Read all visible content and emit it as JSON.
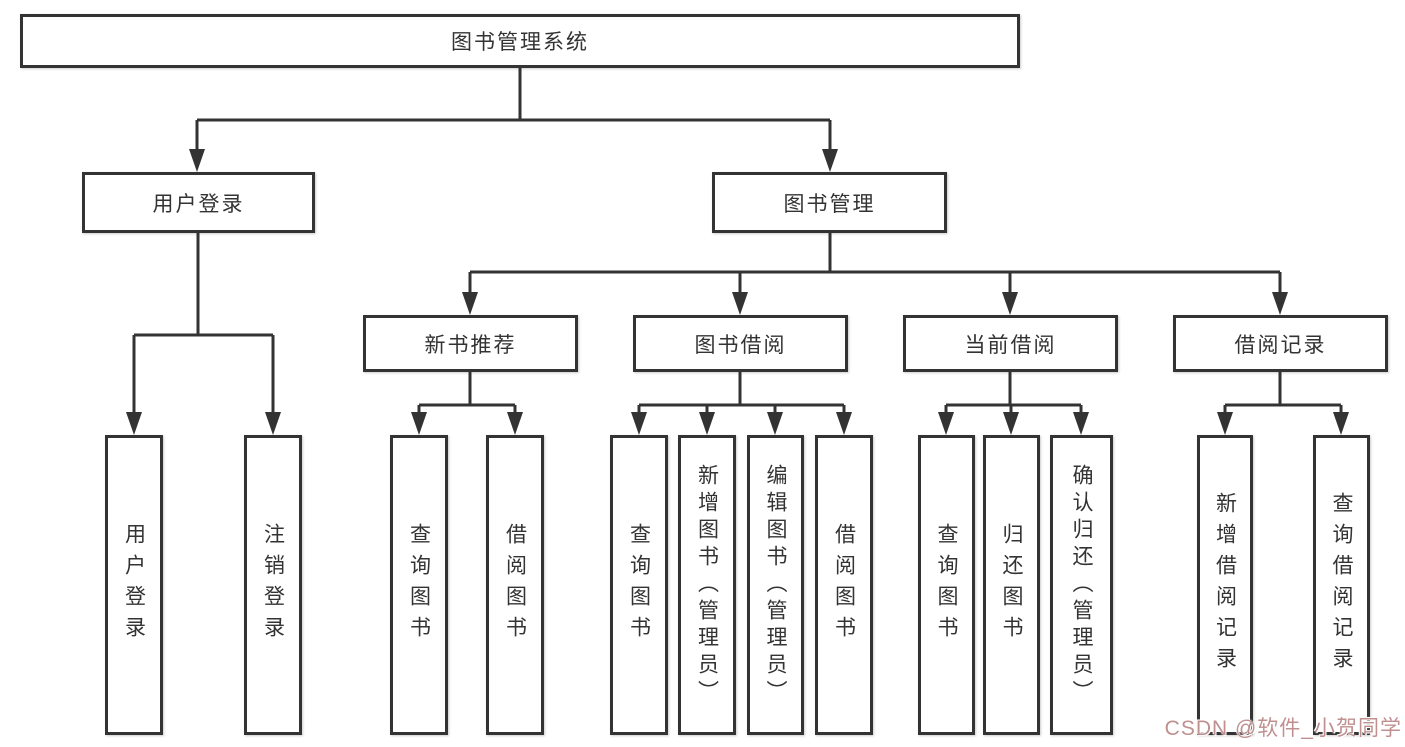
{
  "diagram": {
    "type": "hierarchy-tree",
    "tree": {
      "root": {
        "label": "图书管理系统",
        "children": [
          {
            "label": "用户登录",
            "children": [
              {
                "label": "用户登录"
              },
              {
                "label": "注销登录"
              }
            ]
          },
          {
            "label": "图书管理",
            "children": [
              {
                "label": "新书推荐",
                "children": [
                  {
                    "label": "查询图书"
                  },
                  {
                    "label": "借阅图书"
                  }
                ]
              },
              {
                "label": "图书借阅",
                "children": [
                  {
                    "label": "查询图书"
                  },
                  {
                    "label": "新增图书（管理员）"
                  },
                  {
                    "label": "编辑图书（管理员）"
                  },
                  {
                    "label": "借阅图书"
                  }
                ]
              },
              {
                "label": "当前借阅",
                "children": [
                  {
                    "label": "查询图书"
                  },
                  {
                    "label": "归还图书"
                  },
                  {
                    "label": "确认归还（管理员）"
                  }
                ]
              },
              {
                "label": "借阅记录",
                "children": [
                  {
                    "label": "新增借阅记录"
                  },
                  {
                    "label": "查询借阅记录"
                  }
                ]
              }
            ]
          }
        ]
      }
    },
    "colors": {
      "line": "#333333",
      "box_border": "#333333",
      "box_fill": "#ffffff",
      "text": "#333333",
      "background": "#ffffff",
      "watermark": "#c09090"
    }
  },
  "watermark": {
    "text": "CSDN @软件_小贺同学"
  }
}
